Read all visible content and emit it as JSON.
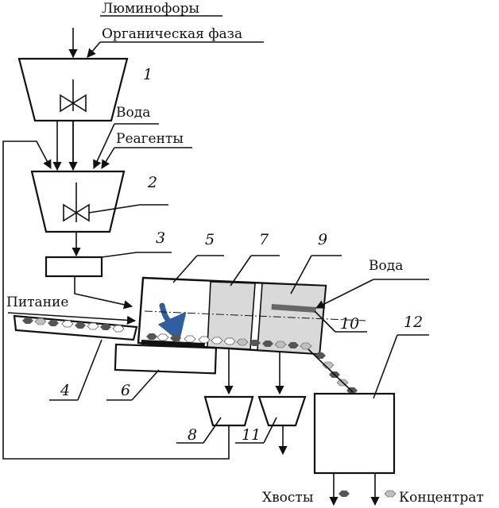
{
  "labels": {
    "phosphors": "Люминофоры",
    "organic_phase": "Органическая фаза",
    "water_top": "Вода",
    "reagents": "Реагенты",
    "water_right": "Вода",
    "feed": "Питание",
    "tailings": "Хвосты",
    "concentrate": "Концентрат"
  },
  "numbers": {
    "n1": "1",
    "n2": "2",
    "n3": "3",
    "n4": "4",
    "n5": "5",
    "n6": "6",
    "n7": "7",
    "n8": "8",
    "n9": "9",
    "n10": "10",
    "n11": "11",
    "n12": "12"
  },
  "colors": {
    "particle_dark": "#555555",
    "particle_light": "#bfbfbf",
    "zone_fill": "#d9d9d9",
    "arrow_blue": "#2f5f9e"
  },
  "icons": {
    "mixer": "bowtie-agitator-icon",
    "rotation": "curved-arrow-icon"
  }
}
